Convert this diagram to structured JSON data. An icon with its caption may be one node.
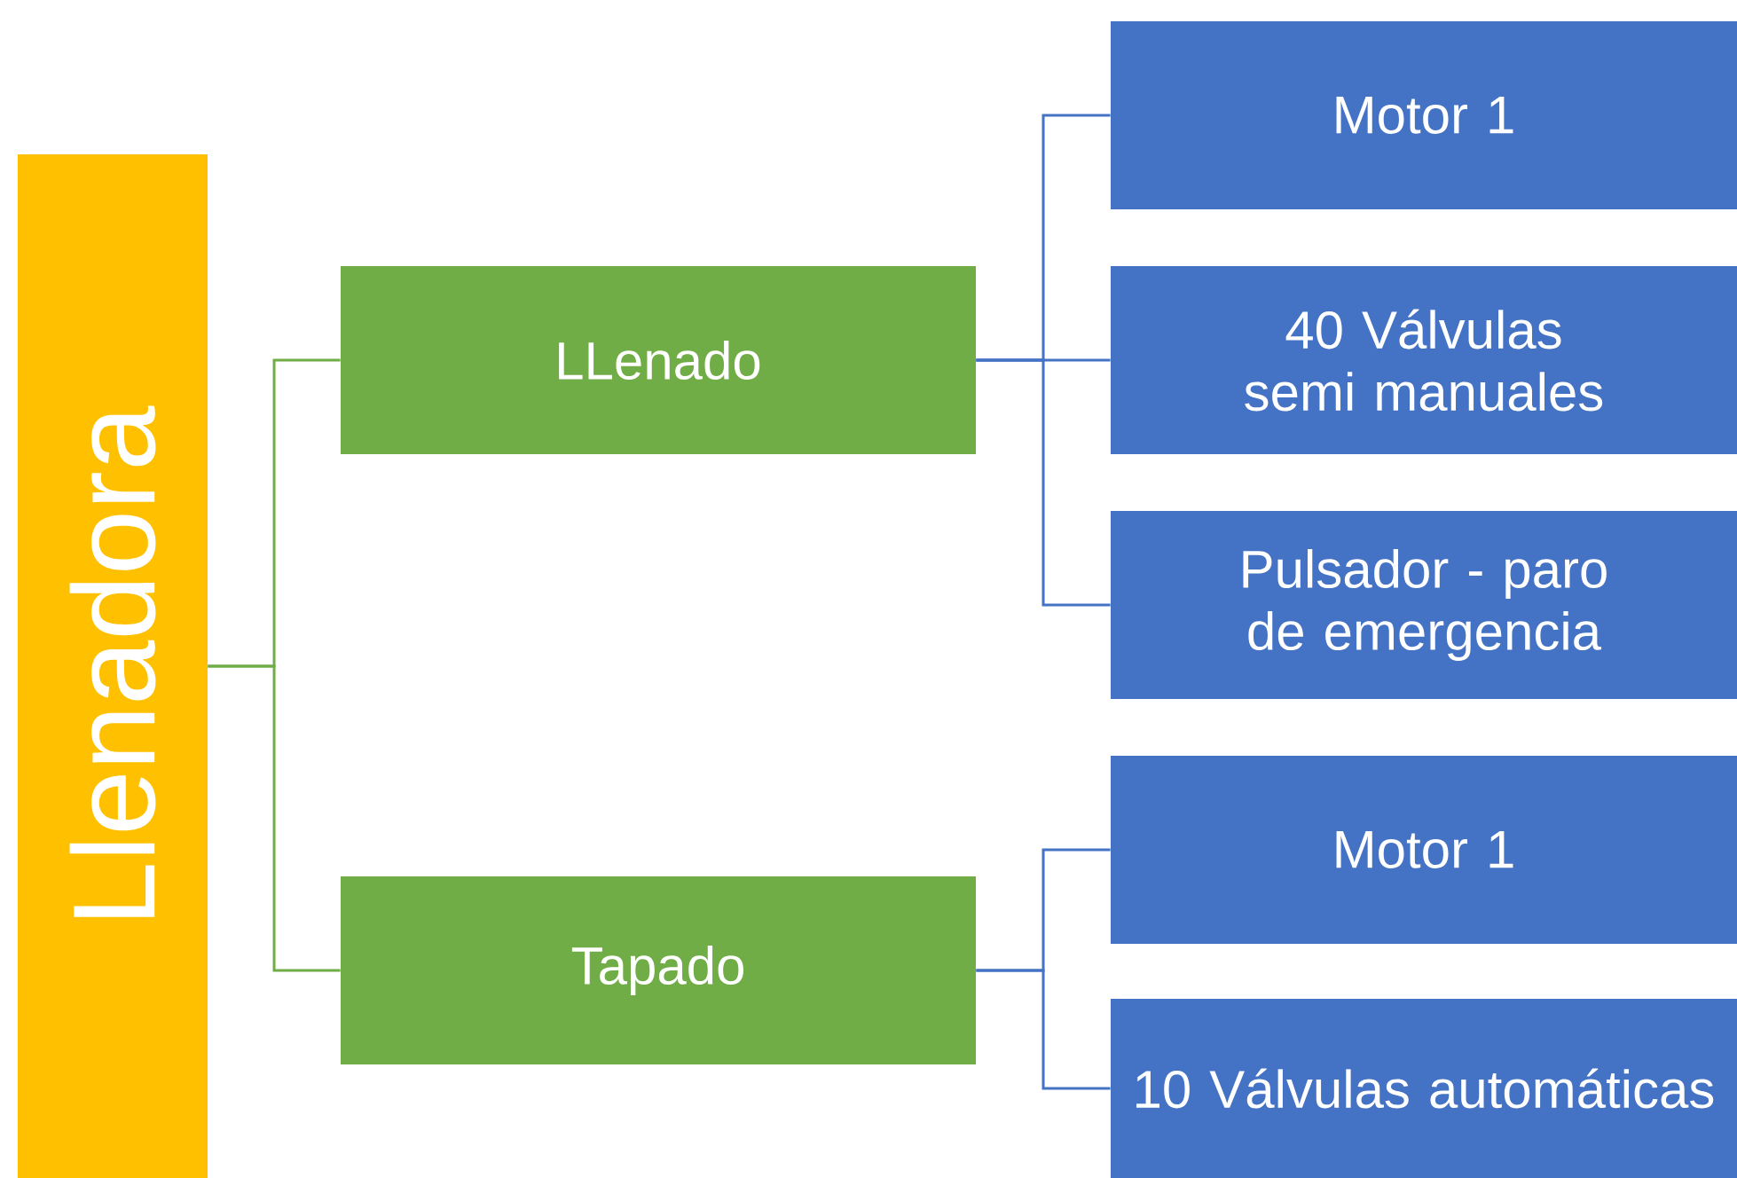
{
  "diagram": {
    "nodes": [
      {
        "text": [
          "Llenadora"
        ]
      },
      {
        "text": [
          "LLenado"
        ]
      },
      {
        "text": [
          "Tapado"
        ]
      },
      {
        "text": [
          "Motor 1"
        ]
      },
      {
        "text": [
          "40 Válvulas semi manuales"
        ]
      },
      {
        "text": [
          "Pulsador - paro de emergencia"
        ]
      },
      {
        "text": [
          "Motor 1"
        ]
      },
      {
        "text": [
          "10 Válvulas automáticas"
        ]
      }
    ],
    "edges": [
      {
        "from": 0,
        "to": 1,
        "arrow": "none",
        "color": "#70ad47"
      },
      {
        "from": 0,
        "to": 2,
        "arrow": "none",
        "color": "#70ad47"
      },
      {
        "from": 1,
        "to": 3,
        "arrow": "none"
      },
      {
        "from": 1,
        "to": 4,
        "arrow": "none"
      },
      {
        "from": 1,
        "to": 5,
        "arrow": "none"
      },
      {
        "from": 2,
        "to": 6,
        "arrow": "none"
      },
      {
        "from": 2,
        "to": 7,
        "arrow": "none"
      }
    ]
  }
}
